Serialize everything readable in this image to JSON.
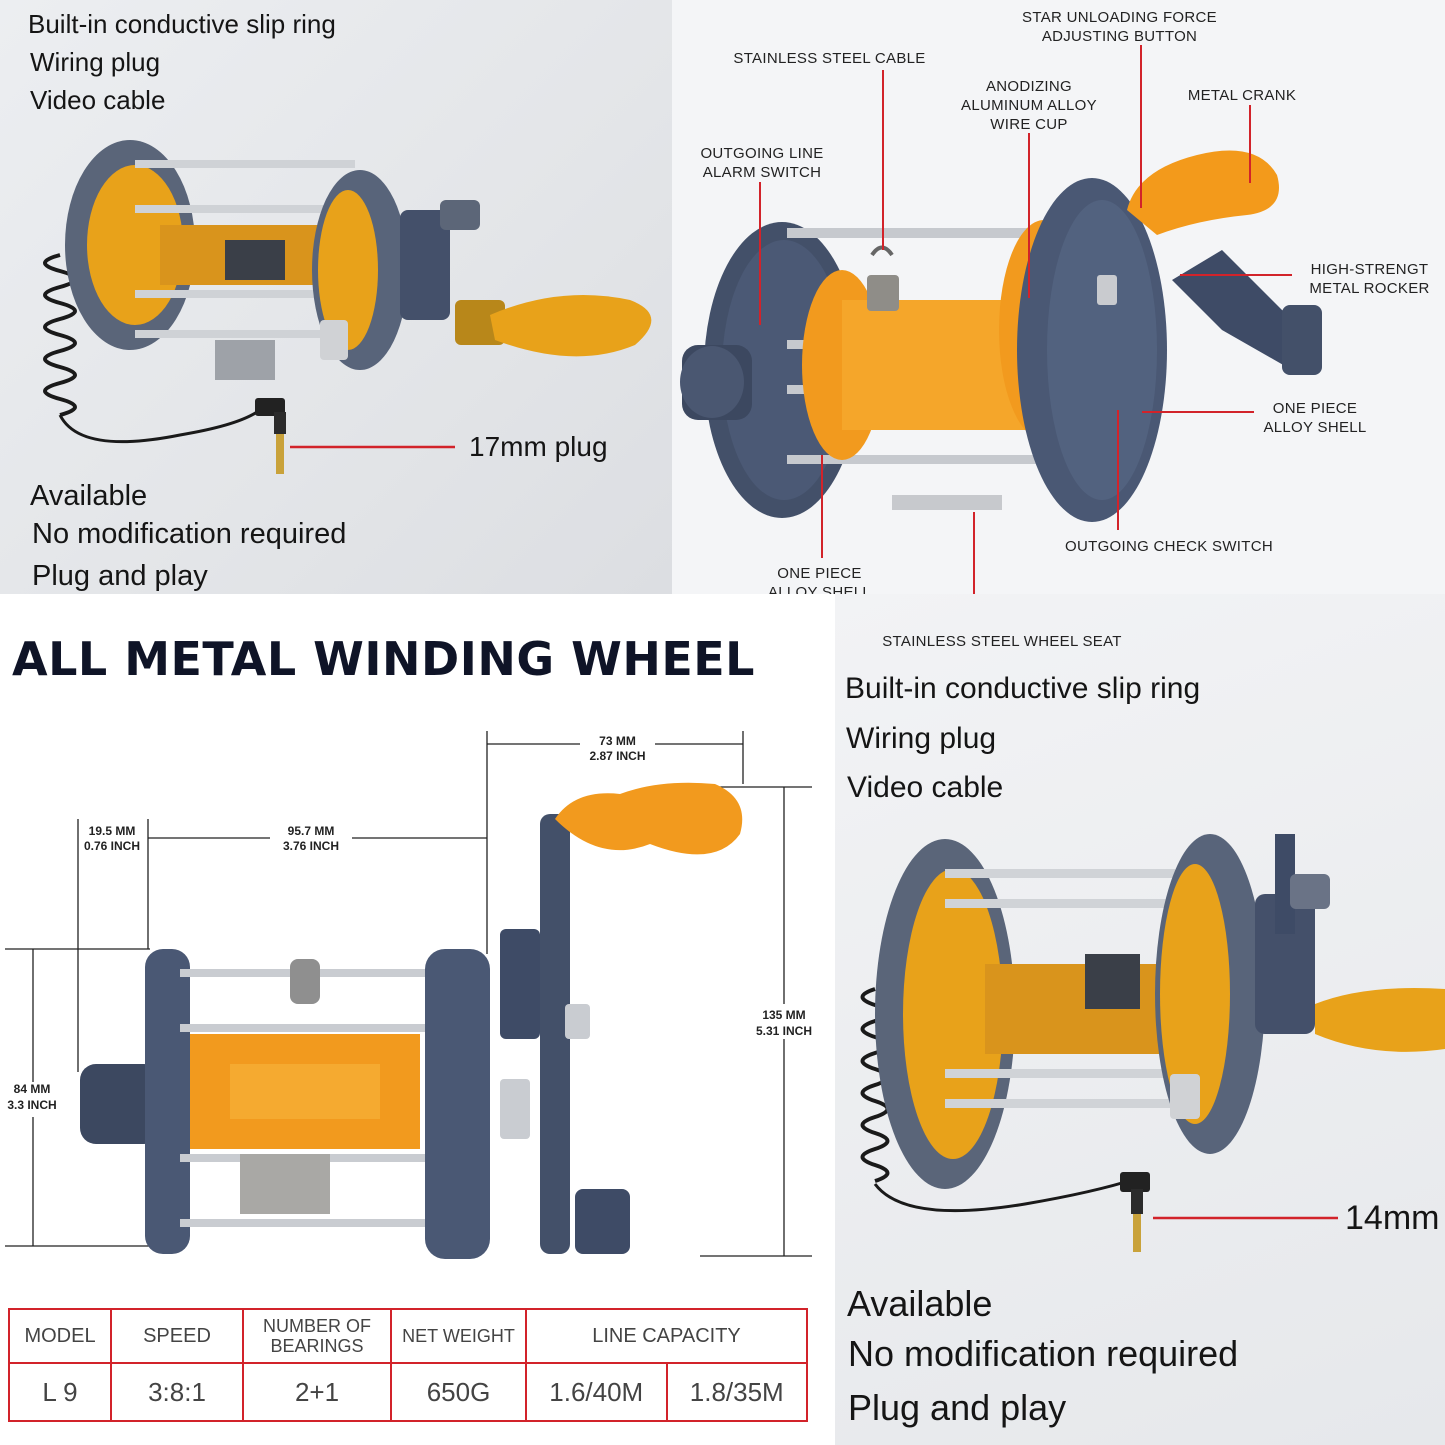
{
  "panel_top_left": {
    "features": [
      "Built-in conductive slip ring",
      "Wiring plug",
      "Video cable"
    ],
    "plug_label": "17mm plug",
    "notes": [
      "Available",
      "No modification required",
      "Plug and play"
    ]
  },
  "panel_top_right": {
    "callouts": {
      "star_unloading": "STAR UNLOADING FORCE ADJUSTING BUTTON",
      "stainless_cable": "STAINLESS STEEL CABLE",
      "anodizing": "ANODIZING ALUMINUM ALLOY WIRE CUP",
      "metal_crank": "METAL CRANK",
      "outgoing_alarm": "OUTGOING LINE ALARM SWITCH",
      "high_strength": "HIGH-STRENGT METAL ROCKER",
      "one_piece_right": "ONE PIECE ALLOY SHELL",
      "outgoing_check": "OUTGOING CHECK SWITCH",
      "one_piece_left": "ONE PIECE ALLOY SHELL",
      "wheel_seat": "STAINLESS STEEL WHEEL SEAT"
    }
  },
  "panel_bottom_left": {
    "title": "ALL METAL WINDING WHEEL",
    "dimensions": {
      "width_top_mm": "73 MM",
      "width_top_in": "2.87 INCH",
      "depth_a_mm": "19.5 MM",
      "depth_a_in": "0.76 INCH",
      "depth_b_mm": "95.7 MM",
      "depth_b_in": "3.76 INCH",
      "height_mm": "135 MM",
      "height_in": "5.31 INCH",
      "spool_mm": "84 MM",
      "spool_in": "3.3 INCH"
    },
    "spec_table": {
      "headers": [
        "MODEL",
        "SPEED",
        "NUMBER OF BEARINGS",
        "NET WEIGHT",
        "LINE CAPACITY"
      ],
      "values": [
        "L 9",
        "3:8:1",
        "2+1",
        "650G",
        "1.6/40M",
        "1.8/35M"
      ]
    }
  },
  "panel_bottom_right": {
    "features": [
      "Built-in conductive slip ring",
      "Wiring plug",
      "Video cable"
    ],
    "plug_label": "14mm",
    "notes": [
      "Available",
      "No modification required",
      "Plug and play"
    ]
  },
  "colors": {
    "shell": "#4a5a73",
    "gold": "#e8a21a",
    "orange": "#f29a1e",
    "silver": "#c9ccd1",
    "accent_red": "#d2232a",
    "title_navy": "#0f1427"
  },
  "icons": [
    "fishing-reel-image",
    "coiled-cable-image",
    "audio-plug-image"
  ]
}
